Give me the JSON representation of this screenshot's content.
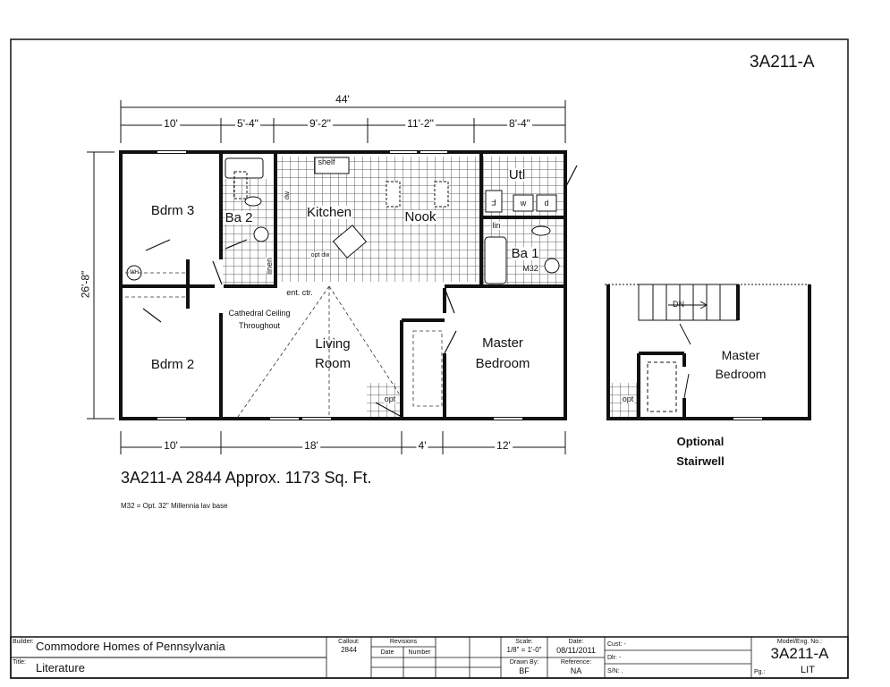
{
  "model_top": "3A211-A",
  "dimensions": {
    "overall_width": "44'",
    "top": [
      "10'",
      "5'-4\"",
      "9'-2\"",
      "11'-2\"",
      "8'-4\""
    ],
    "depth": "26'-8\"",
    "bottom": [
      "10'",
      "18'",
      "4'",
      "12'"
    ]
  },
  "rooms": {
    "bdrm3": "Bdrm 3",
    "bdrm2": "Bdrm 2",
    "ba2": "Ba 2",
    "kitchen": "Kitchen",
    "nook": "Nook",
    "utl": "Utl",
    "ba1": "Ba 1",
    "living1": "Living",
    "living2": "Room",
    "master1": "Master",
    "master2": "Bedroom"
  },
  "fixtures": {
    "shelf": "shelf",
    "linen": "linen",
    "lin": "lin",
    "opt_dw": "opt dw",
    "ent_ctr": "ent. ctr.",
    "opt": "opt",
    "m32": "M32",
    "w": "w",
    "d": "d",
    "f": "F",
    "wh": "WH",
    "dw": "dw",
    "cathedral1": "Cathedral Ceiling",
    "cathedral2": "Throughout"
  },
  "stairwell": {
    "dn": "DN",
    "master1": "Master",
    "master2": "Bedroom",
    "opt": "opt",
    "title1": "Optional",
    "title2": "Stairwell"
  },
  "summary": "3A211-A 2844  Approx. 1173 Sq. Ft.",
  "note": "M32 = Opt. 32\" Millennia lav base",
  "title_block": {
    "builder_label": "Builder:",
    "builder": "Commodore Homes of Pennsylvania",
    "title_label": "Title:",
    "title": "Literature",
    "callout_label": "Callout:",
    "callout": "2844",
    "revisions_label": "Revisions",
    "date_col": "Date",
    "number_col": "Number",
    "scale_label": "Scale:",
    "scale": "1/8\" = 1'-0\"",
    "date_label": "Date:",
    "date": "08/11/2011",
    "drawn_label": "Drawn By:",
    "drawn": "BF",
    "reference_label": "Reference:",
    "reference": "NA",
    "cust": "Cust: -",
    "dlr": "Dlr:  -",
    "sn": "S/N:  .",
    "model_label": "Model/Eng. No.:",
    "model": "3A211-A",
    "pg_label": "Pg.:",
    "pg": "LIT"
  }
}
